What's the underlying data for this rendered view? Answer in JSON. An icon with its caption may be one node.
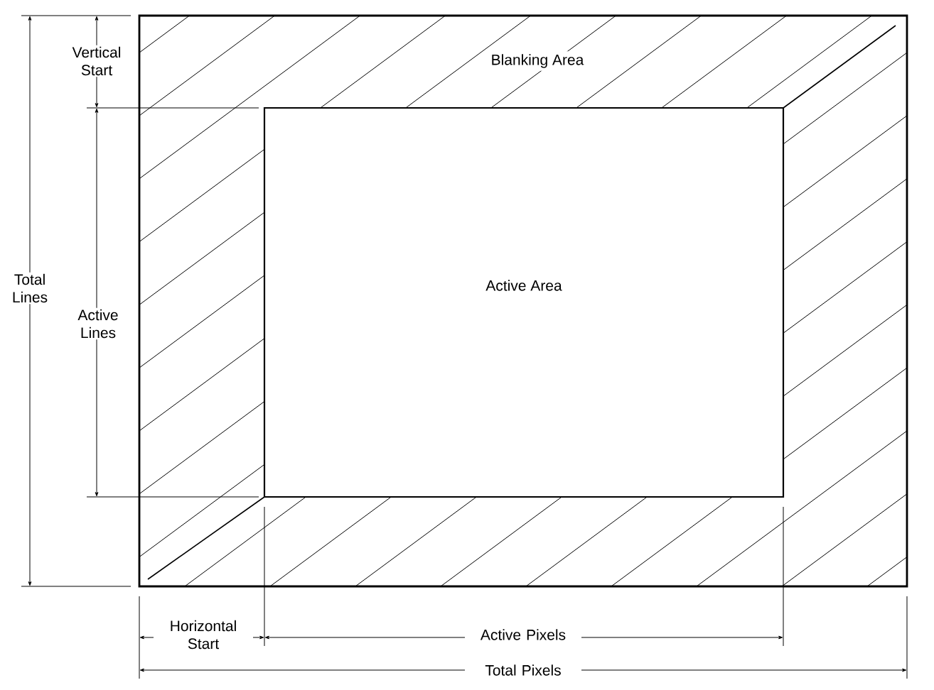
{
  "diagram": {
    "nodes": [
      {
        "text": [
          "Blanking Area"
        ]
      },
      {
        "text": [
          "Active Area"
        ],
        "in": 0
      }
    ],
    "labels": [
      "Vertical Start",
      "Total Lines",
      "Active Lines",
      "Horizontal Start",
      "Active Pixels",
      "Total Pixels"
    ]
  }
}
